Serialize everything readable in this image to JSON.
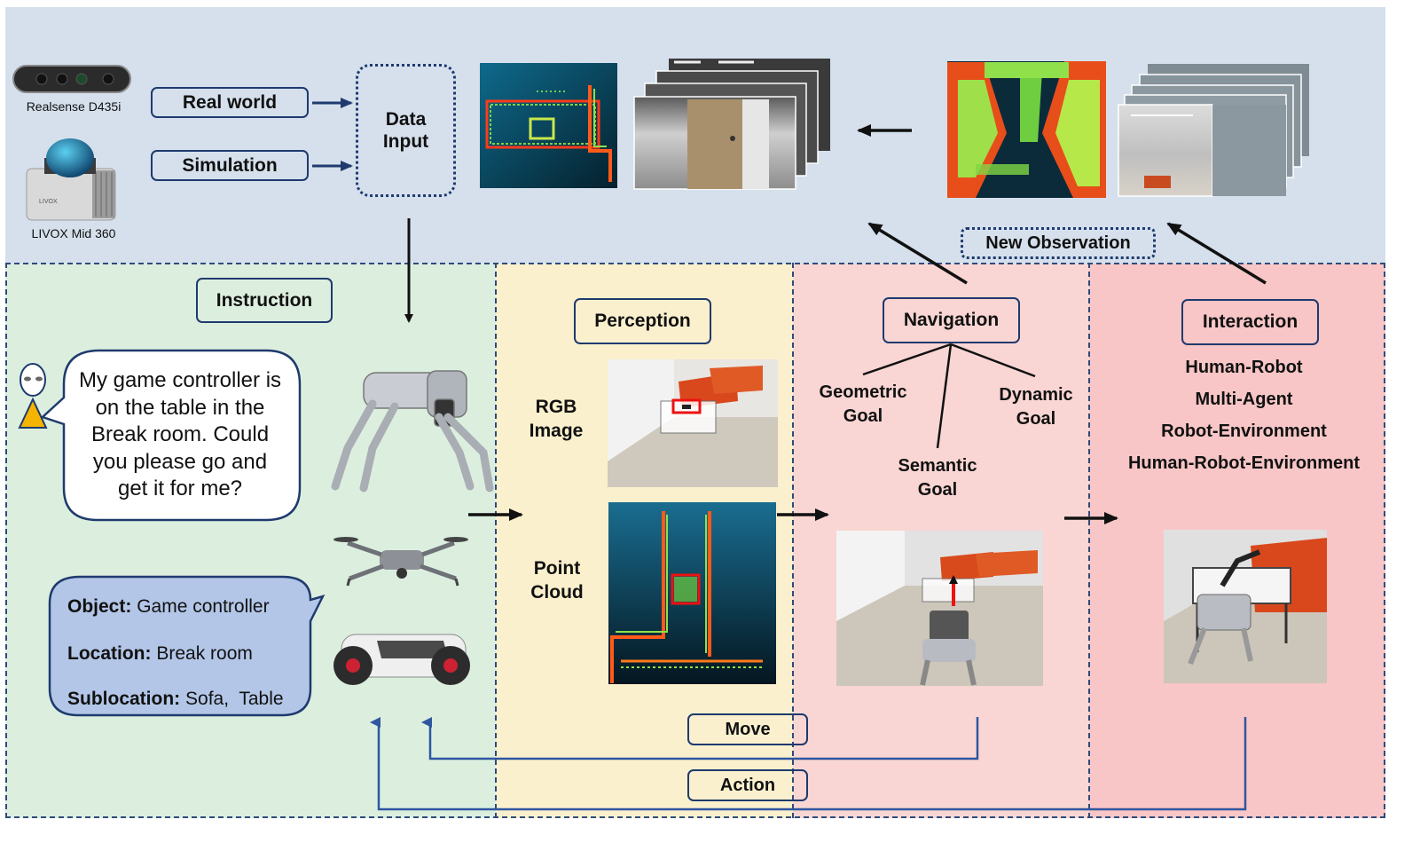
{
  "sensors": {
    "camera_label": "Realsense D435i",
    "lidar_label": "LIVOX Mid 360",
    "lidar_brand": "LIVOX"
  },
  "inputs": {
    "real_world": "Real world",
    "simulation": "Simulation",
    "data_input": "Data Input"
  },
  "observation": {
    "new_observation": "New Observation"
  },
  "instruction": {
    "title": "Instruction",
    "speech": "My game controller is on the table in the Break room. Could you please go and get it for me?",
    "object_key": "Object:",
    "object_val": "Game controller",
    "location_key": "Location:",
    "location_val": "Break room",
    "sublocation_key": "Sublocation:",
    "sublocation_val": "Sofa,  Table"
  },
  "perception": {
    "title": "Perception",
    "rgb_label": "RGB Image",
    "pc_label": "Point Cloud"
  },
  "navigation": {
    "title": "Navigation",
    "geometric": "Geometric Goal",
    "dynamic": "Dynamic Goal",
    "semantic": "Semantic Goal"
  },
  "interaction": {
    "title": "Interaction",
    "items": [
      "Human-Robot",
      "Multi-Agent",
      "Robot-Environment",
      "Human-Robot-Environment"
    ]
  },
  "actions": {
    "move": "Move",
    "action": "Action"
  },
  "colors": {
    "top_bg": "#d5e0ec",
    "green_bg": "#dcefdf",
    "yellow_bg": "#fbf0cd",
    "pink_bg": "#f9d5d2",
    "red_bg": "#f8c6c6",
    "border_navy": "#1f3a6e",
    "arrow_blue": "#2f56a0",
    "bubble_blue": "#b3c6e7"
  }
}
